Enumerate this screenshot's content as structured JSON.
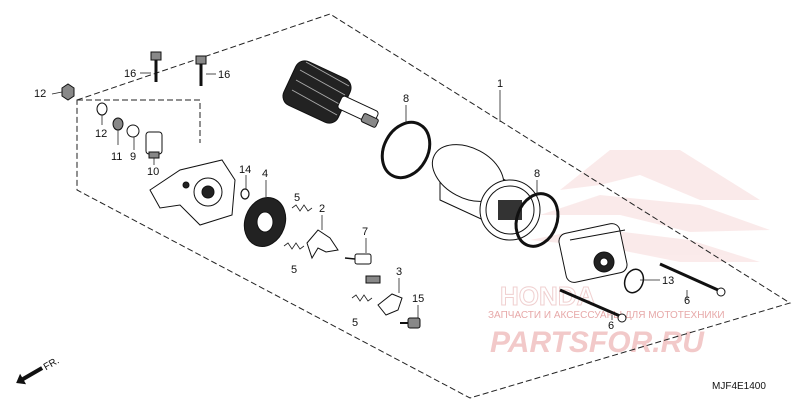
{
  "callouts": [
    {
      "id": "c1",
      "text": "1"
    },
    {
      "id": "c2",
      "text": "2"
    },
    {
      "id": "c3",
      "text": "3"
    },
    {
      "id": "c4",
      "text": "4"
    },
    {
      "id": "c5a",
      "text": "5"
    },
    {
      "id": "c5b",
      "text": "5"
    },
    {
      "id": "c5c",
      "text": "5"
    },
    {
      "id": "c6a",
      "text": "6"
    },
    {
      "id": "c6b",
      "text": "6"
    },
    {
      "id": "c7",
      "text": "7"
    },
    {
      "id": "c8a",
      "text": "8"
    },
    {
      "id": "c8b",
      "text": "8"
    },
    {
      "id": "c9",
      "text": "9"
    },
    {
      "id": "c10",
      "text": "10"
    },
    {
      "id": "c11",
      "text": "11"
    },
    {
      "id": "c12a",
      "text": "12"
    },
    {
      "id": "c12b",
      "text": "12"
    },
    {
      "id": "c13",
      "text": "13"
    },
    {
      "id": "c14",
      "text": "14"
    },
    {
      "id": "c15",
      "text": "15"
    },
    {
      "id": "c16a",
      "text": "16"
    },
    {
      "id": "c16b",
      "text": "16"
    }
  ],
  "diagram_code": "MJF4E1400",
  "front_arrow_label": "FR.",
  "watermark": {
    "brand": "HONDA",
    "caption": "ЗАПЧАСТИ И АКСЕССУАРЫ ДЛЯ МОТОТЕХНИКИ",
    "site": "PARTSFOR.RU"
  }
}
